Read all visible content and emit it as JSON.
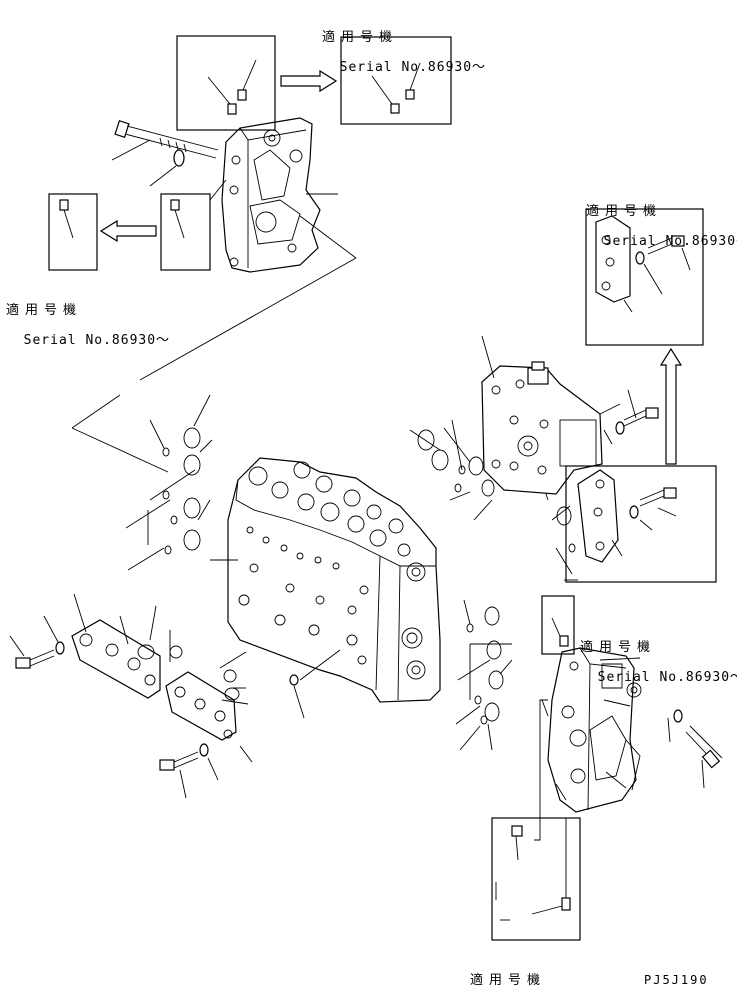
{
  "notes": {
    "applicable_jp": "適用号機",
    "serial": "Serial No.86930～"
  },
  "drawing_code": "PJ5J190",
  "colors": {
    "ink": "#000000",
    "paper": "#ffffff"
  }
}
